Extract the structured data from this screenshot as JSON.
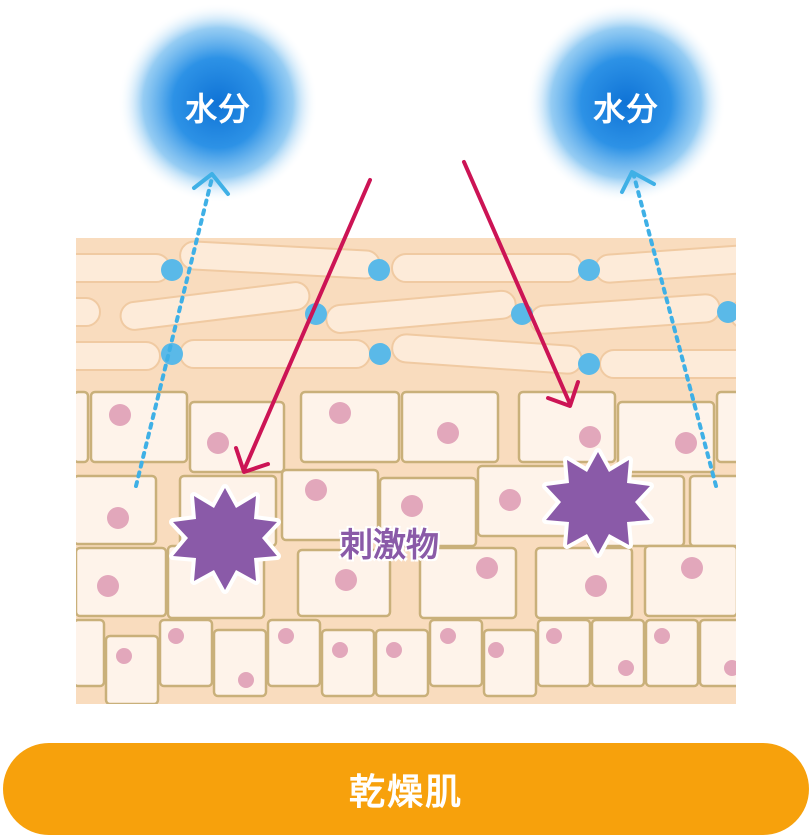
{
  "diagram": {
    "moisture_left_label": "水分",
    "moisture_right_label": "水分",
    "irritant_label": "刺激物",
    "banner_label": "乾燥肌"
  },
  "colors": {
    "background": "#ffffff",
    "skin_base": "#f9dcbe",
    "cell_fill": "#fef3ea",
    "cell_border": "#c9b07a",
    "nucleus": "#e2a7bb",
    "moisture_dot": "#5ab9e8",
    "moisture_bubble": "#2a8fe0",
    "arrow": "#cc1455",
    "irritant": "#8a5aa8",
    "banner": "#f7a10c"
  },
  "icons": [
    "moisture-bubble-icon",
    "irritant-star-icon",
    "moisture-arrow-icon",
    "irritant-arrow-icon"
  ]
}
